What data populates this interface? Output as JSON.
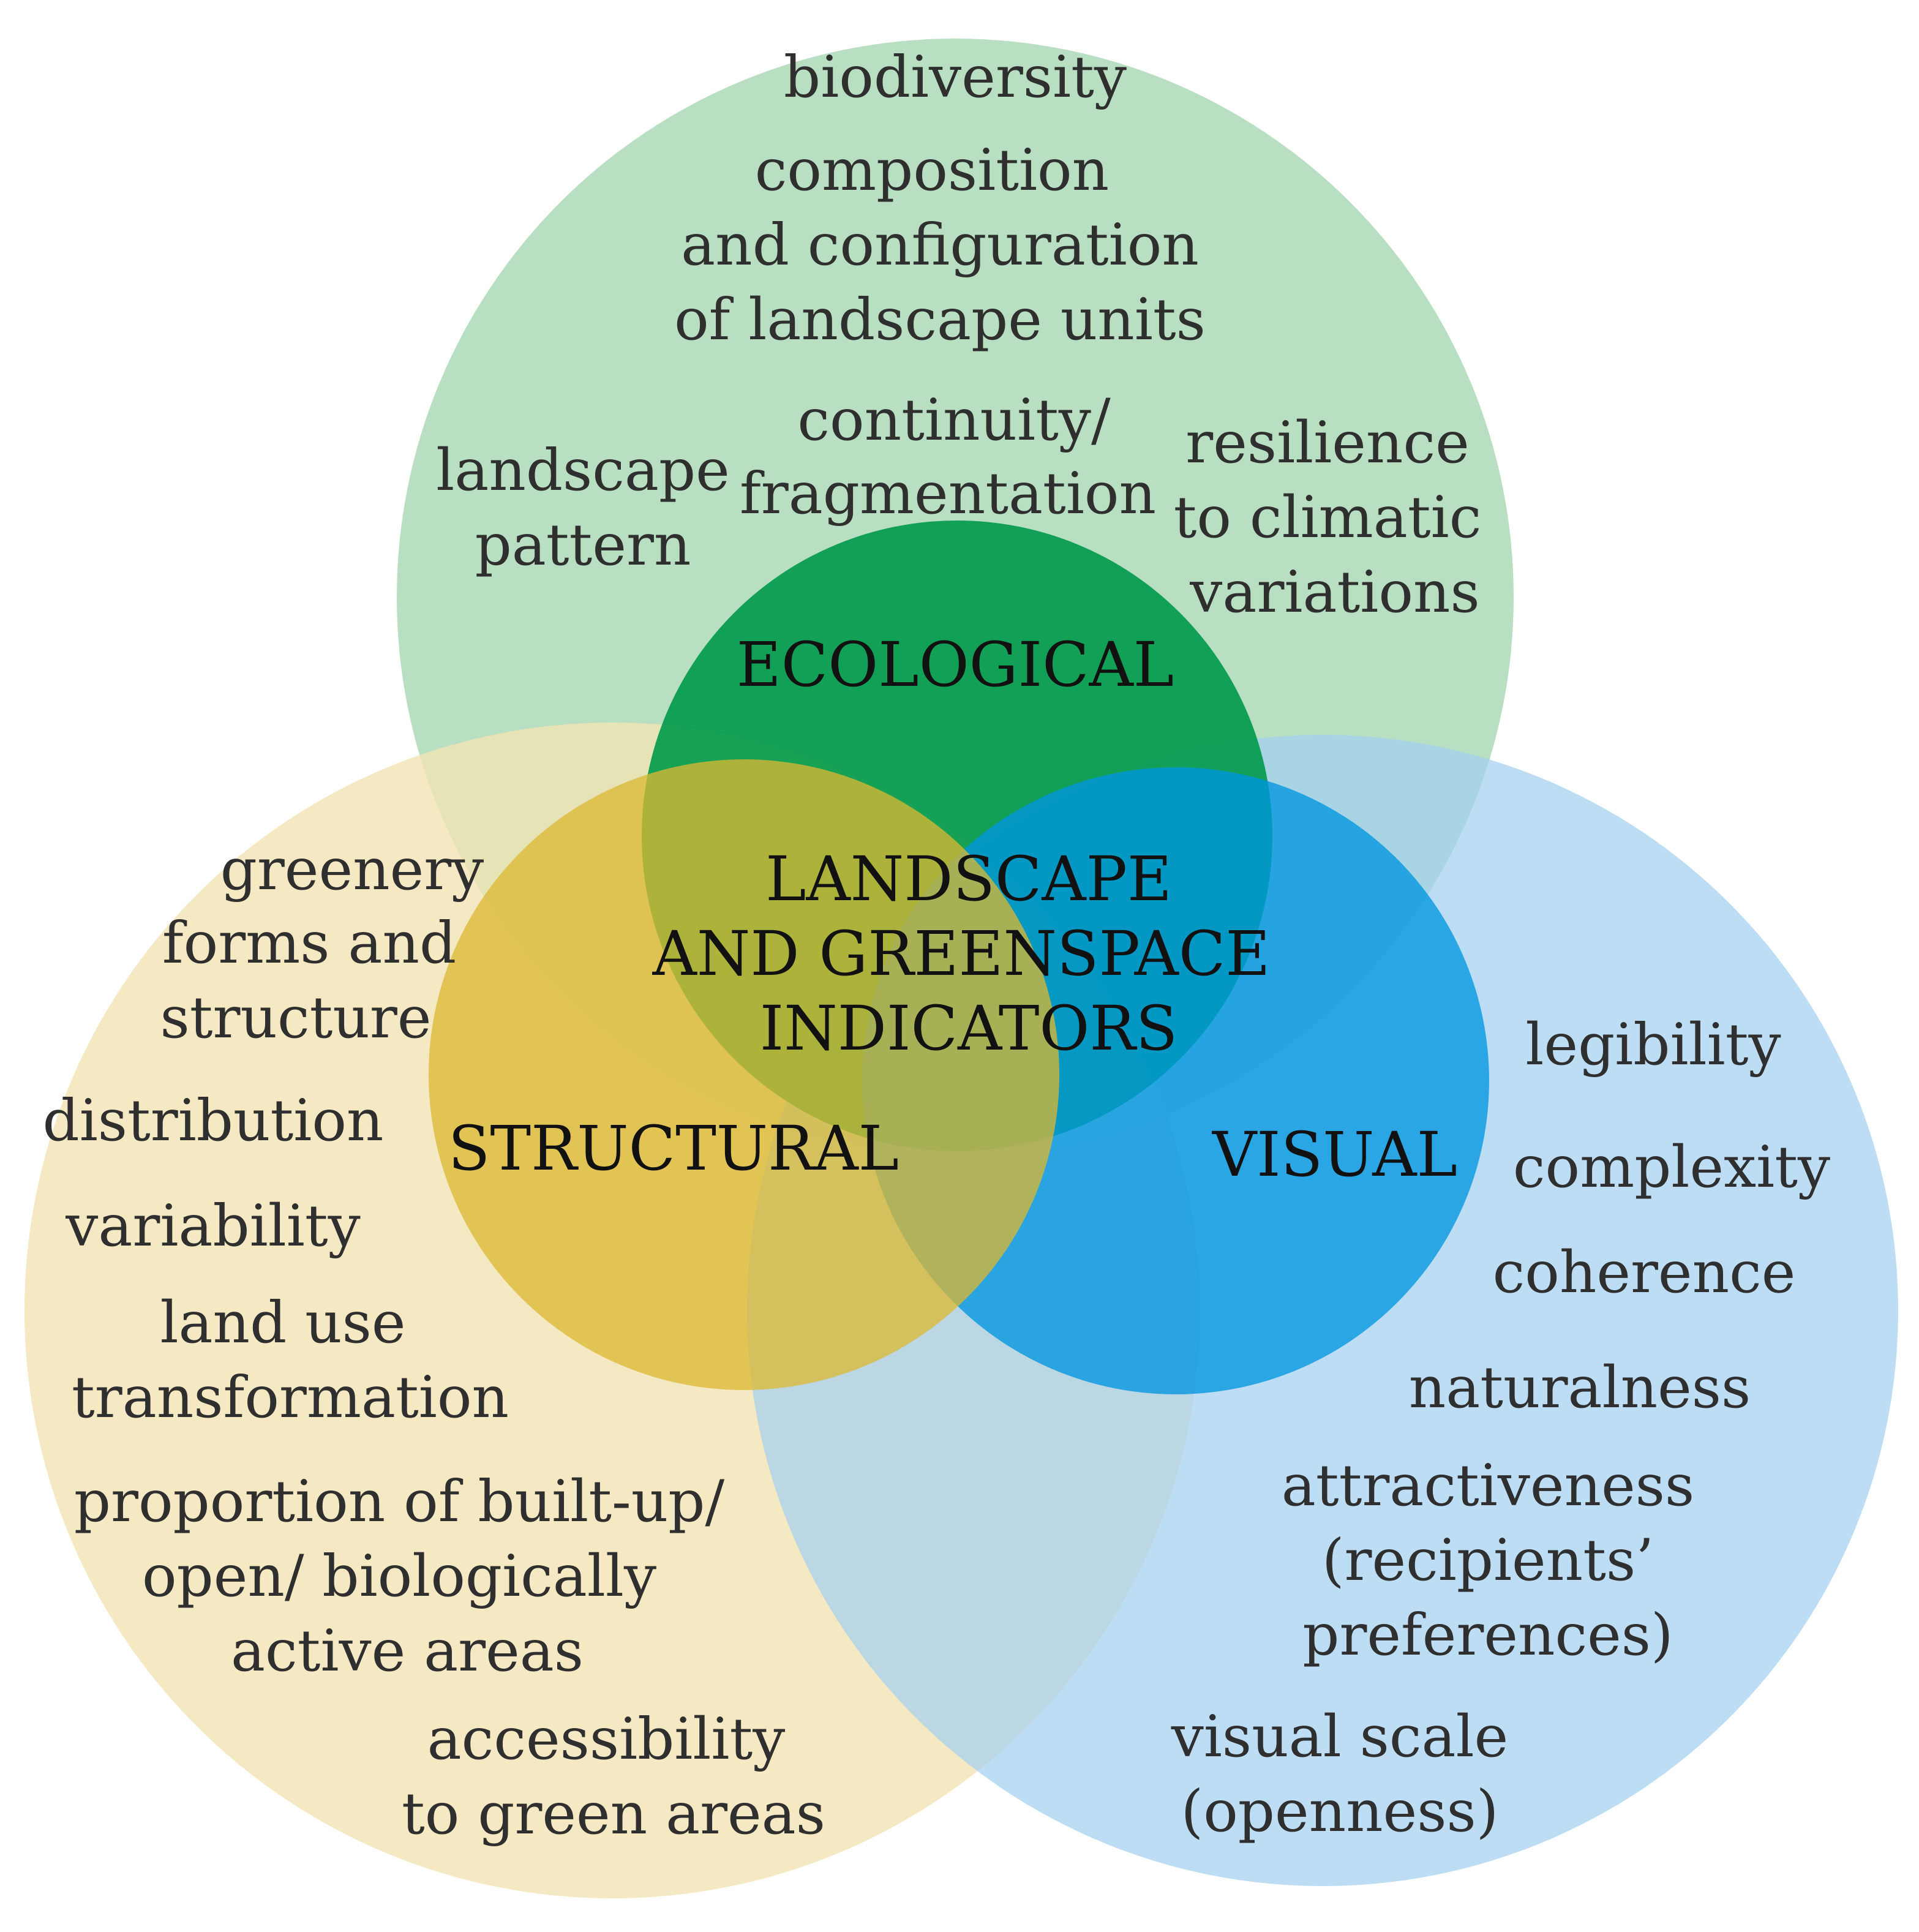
{
  "colors": {
    "outer_ecological": "#a8d8b4",
    "outer_structural": "#f1e3b4",
    "outer_visual": "#a3d0f0",
    "inner_ecological": "#00994a",
    "inner_structural": "#dcb832",
    "inner_visual": "#0096e0",
    "text": "#2f2f2f",
    "core_text": "#111111"
  },
  "center_title": {
    "lines": [
      "LANDSCAPE",
      "AND GREENSPACE",
      "INDICATORS"
    ]
  },
  "categories": {
    "ecological": "ECOLOGICAL",
    "structural": "STRUCTURAL",
    "visual": "VISUAL"
  },
  "ecological_indicators": {
    "biodiversity": [
      "biodiversity"
    ],
    "composition": [
      "composition",
      "and configuration",
      "of landscape units"
    ],
    "continuity": [
      "continuity/",
      "fragmentation"
    ],
    "landscape_pattern": [
      "landscape",
      "pattern"
    ],
    "resilience": [
      "resilience",
      "to climatic",
      "variations"
    ]
  },
  "structural_indicators": {
    "greenery": [
      "greenery",
      "forms and",
      "structure"
    ],
    "distribution": [
      "distribution"
    ],
    "variability": [
      "variability"
    ],
    "land_use": [
      "land use",
      "transformation"
    ],
    "proportion": [
      "proportion of built-up/",
      "open/ biologically",
      "active areas"
    ],
    "accessibility": [
      "accessibility",
      "to green areas"
    ]
  },
  "visual_indicators": {
    "legibility": [
      "legibility"
    ],
    "complexity": [
      "complexity"
    ],
    "coherence": [
      "coherence"
    ],
    "naturalness": [
      "naturalness"
    ],
    "attractiveness": [
      "attractiveness",
      "(recipients’",
      "preferences)"
    ],
    "visual_scale": [
      "visual scale",
      "(openness)"
    ]
  }
}
